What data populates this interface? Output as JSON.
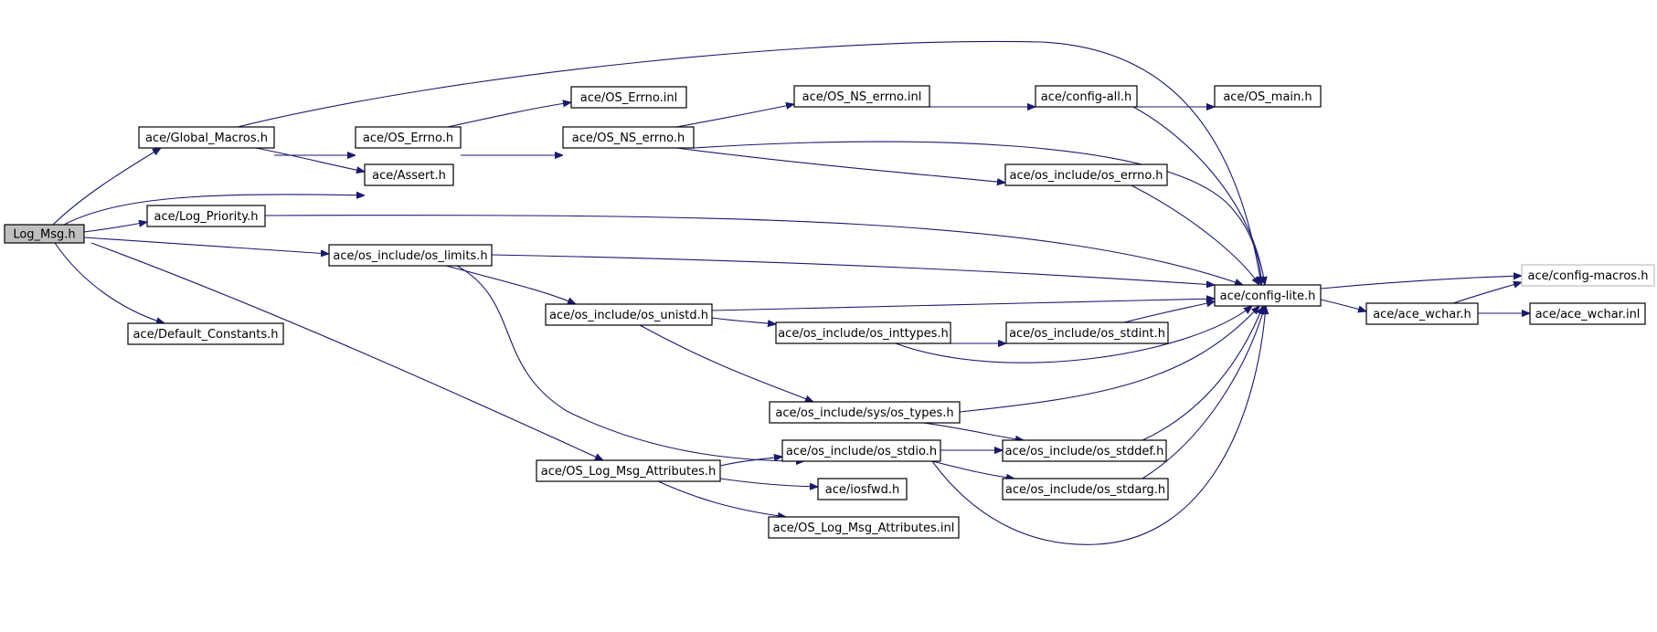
{
  "diagram": {
    "nodes": [
      {
        "id": "log_msg",
        "label": "Log_Msg.h",
        "style": "root"
      },
      {
        "id": "global_macros",
        "label": "ace/Global_Macros.h"
      },
      {
        "id": "log_priority",
        "label": "ace/Log_Priority.h"
      },
      {
        "id": "default_constants",
        "label": "ace/Default_Constants.h"
      },
      {
        "id": "assert",
        "label": "ace/Assert.h"
      },
      {
        "id": "os_errno_h",
        "label": "ace/OS_Errno.h"
      },
      {
        "id": "os_errno_inl",
        "label": "ace/OS_Errno.inl"
      },
      {
        "id": "os_ns_errno_h",
        "label": "ace/OS_NS_errno.h"
      },
      {
        "id": "os_ns_errno_inl",
        "label": "ace/OS_NS_errno.inl"
      },
      {
        "id": "config_all",
        "label": "ace/config-all.h"
      },
      {
        "id": "os_main",
        "label": "ace/OS_main.h"
      },
      {
        "id": "os_include_os_errno",
        "label": "ace/os_include/os_errno.h"
      },
      {
        "id": "os_limits",
        "label": "ace/os_include/os_limits.h"
      },
      {
        "id": "os_unistd",
        "label": "ace/os_include/os_unistd.h"
      },
      {
        "id": "os_inttypes",
        "label": "ace/os_include/os_inttypes.h"
      },
      {
        "id": "os_stdint",
        "label": "ace/os_include/os_stdint.h"
      },
      {
        "id": "config_lite",
        "label": "ace/config-lite.h"
      },
      {
        "id": "config_macros",
        "label": "ace/config-macros.h",
        "style": "undocumented"
      },
      {
        "id": "ace_wchar_h",
        "label": "ace/ace_wchar.h"
      },
      {
        "id": "ace_wchar_inl",
        "label": "ace/ace_wchar.inl"
      },
      {
        "id": "sys_os_types",
        "label": "ace/os_include/sys/os_types.h"
      },
      {
        "id": "os_stdio",
        "label": "ace/os_include/os_stdio.h"
      },
      {
        "id": "os_stddef",
        "label": "ace/os_include/os_stddef.h"
      },
      {
        "id": "os_stdarg",
        "label": "ace/os_include/os_stdarg.h"
      },
      {
        "id": "os_log_msg_attr_h",
        "label": "ace/OS_Log_Msg_Attributes.h"
      },
      {
        "id": "iosfwd",
        "label": "ace/iosfwd.h"
      },
      {
        "id": "os_log_msg_attr_inl",
        "label": "ace/OS_Log_Msg_Attributes.inl"
      }
    ],
    "edges": [
      {
        "from": "log_msg",
        "to": "global_macros"
      },
      {
        "from": "log_msg",
        "to": "assert"
      },
      {
        "from": "log_msg",
        "to": "log_priority"
      },
      {
        "from": "log_msg",
        "to": "os_limits"
      },
      {
        "from": "log_msg",
        "to": "default_constants"
      },
      {
        "from": "log_msg",
        "to": "os_log_msg_attr_h"
      },
      {
        "from": "global_macros",
        "to": "os_errno_h"
      },
      {
        "from": "global_macros",
        "to": "assert"
      },
      {
        "from": "global_macros",
        "to": "config_lite"
      },
      {
        "from": "os_errno_h",
        "to": "os_errno_inl"
      },
      {
        "from": "os_errno_h",
        "to": "os_ns_errno_h"
      },
      {
        "from": "os_ns_errno_h",
        "to": "os_ns_errno_inl"
      },
      {
        "from": "os_ns_errno_h",
        "to": "config_lite"
      },
      {
        "from": "os_ns_errno_h",
        "to": "os_include_os_errno"
      },
      {
        "from": "os_ns_errno_inl",
        "to": "config_all"
      },
      {
        "from": "config_all",
        "to": "os_main"
      },
      {
        "from": "config_all",
        "to": "config_lite"
      },
      {
        "from": "os_include_os_errno",
        "to": "config_lite"
      },
      {
        "from": "log_priority",
        "to": "config_lite"
      },
      {
        "from": "os_limits",
        "to": "config_lite"
      },
      {
        "from": "os_limits",
        "to": "os_unistd"
      },
      {
        "from": "os_limits",
        "to": "os_stdio"
      },
      {
        "from": "os_unistd",
        "to": "config_lite"
      },
      {
        "from": "os_unistd",
        "to": "os_inttypes"
      },
      {
        "from": "os_unistd",
        "to": "sys_os_types"
      },
      {
        "from": "os_inttypes",
        "to": "os_stdint"
      },
      {
        "from": "os_inttypes",
        "to": "config_lite"
      },
      {
        "from": "os_stdint",
        "to": "config_lite"
      },
      {
        "from": "config_lite",
        "to": "config_macros"
      },
      {
        "from": "config_lite",
        "to": "ace_wchar_h"
      },
      {
        "from": "ace_wchar_h",
        "to": "config_macros"
      },
      {
        "from": "ace_wchar_h",
        "to": "ace_wchar_inl"
      },
      {
        "from": "sys_os_types",
        "to": "config_lite"
      },
      {
        "from": "sys_os_types",
        "to": "os_stddef"
      },
      {
        "from": "os_stdio",
        "to": "os_stddef"
      },
      {
        "from": "os_stdio",
        "to": "os_stdarg"
      },
      {
        "from": "os_stdio",
        "to": "config_lite"
      },
      {
        "from": "os_stddef",
        "to": "config_lite"
      },
      {
        "from": "os_stdarg",
        "to": "config_lite"
      },
      {
        "from": "os_log_msg_attr_h",
        "to": "os_stdio"
      },
      {
        "from": "os_log_msg_attr_h",
        "to": "iosfwd"
      },
      {
        "from": "os_log_msg_attr_h",
        "to": "os_log_msg_attr_inl"
      }
    ]
  }
}
